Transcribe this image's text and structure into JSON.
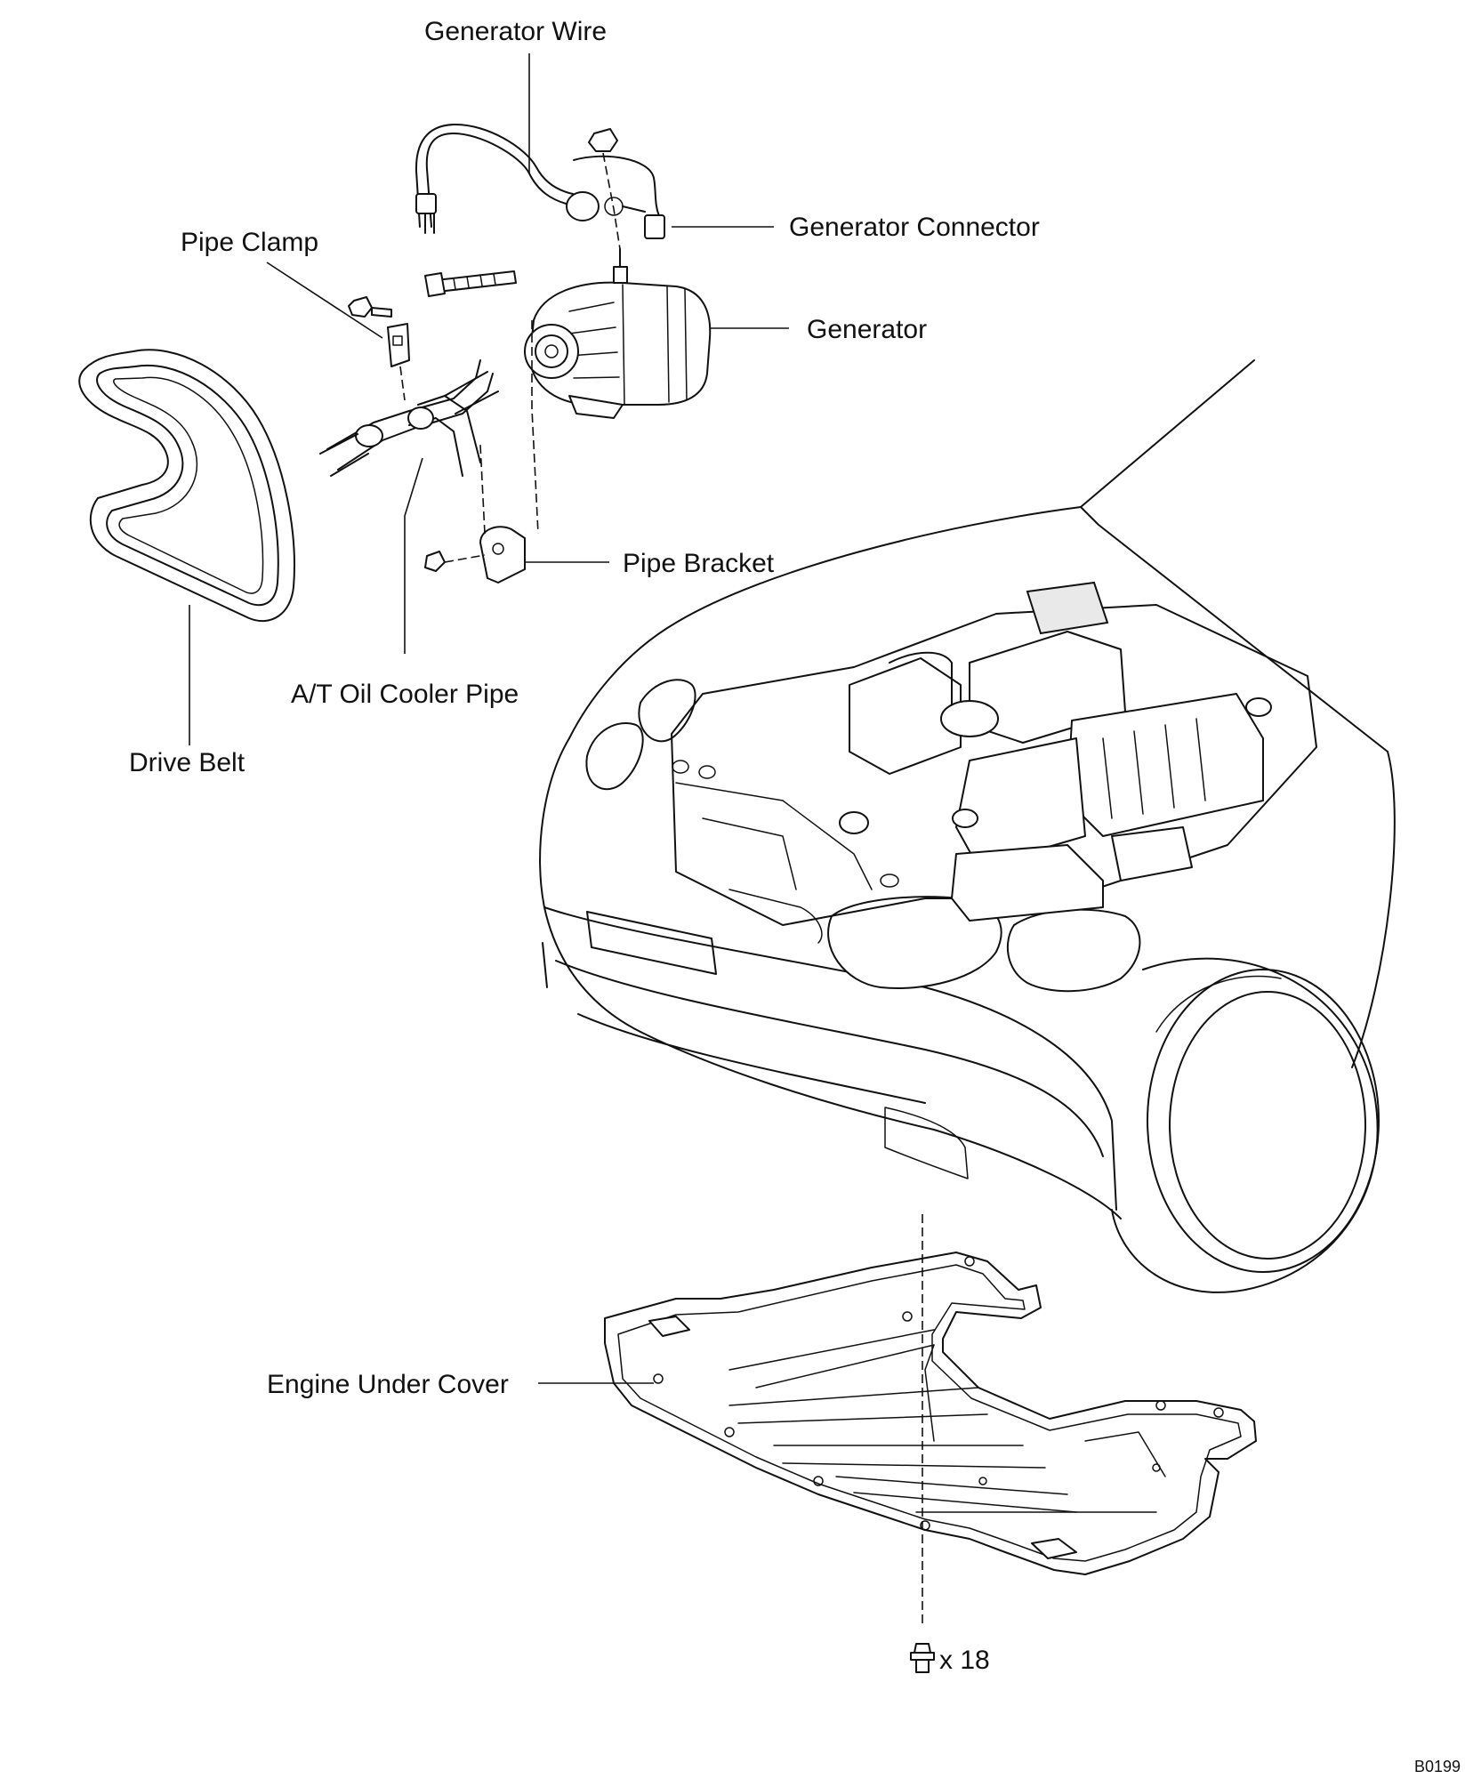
{
  "labels": {
    "generator_wire": "Generator Wire",
    "generator_connector": "Generator Connector",
    "generator": "Generator",
    "pipe_clamp": "Pipe Clamp",
    "pipe_bracket": "Pipe Bracket",
    "oil_cooler_pipe": "A/T Oil Cooler Pipe",
    "drive_belt": "Drive Belt",
    "engine_under_cover": "Engine Under Cover",
    "bolt_count": "x 18"
  },
  "figure_code": "B0199"
}
